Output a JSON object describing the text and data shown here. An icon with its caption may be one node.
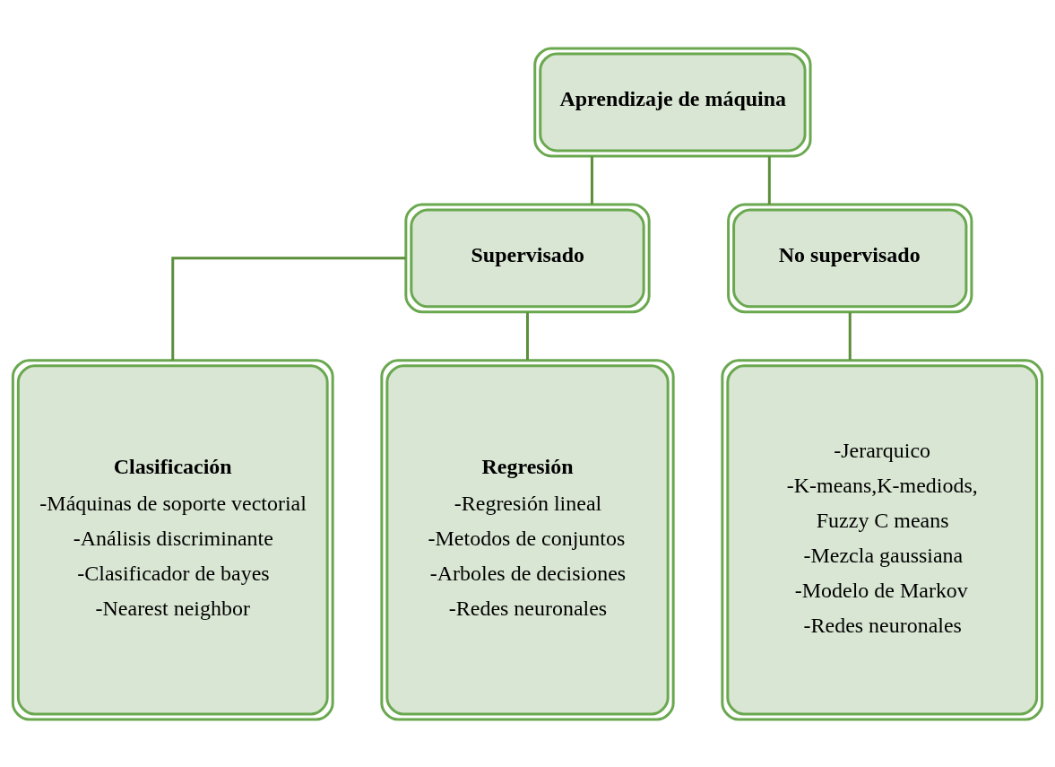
{
  "diagram": {
    "nodes": [
      {
        "text": [
          "Aprendizaje de máquina"
        ]
      },
      {
        "text": [
          "Supervisado"
        ]
      },
      {
        "text": [
          "No supervisado"
        ]
      },
      {
        "text": [
          "Clasificación",
          "-Máquinas de soporte vectorial",
          "-Análisis discriminante",
          "-Clasificador de bayes",
          "-Nearest neighbor"
        ]
      },
      {
        "text": [
          "Regresión",
          "-Regresión lineal",
          "-Metodos de conjuntos",
          "-Arboles de decisiones",
          "-Redes neuronales"
        ]
      },
      {
        "text": [
          "-Jerarquico",
          "-K-means,K-mediods,",
          "Fuzzy C means",
          "-Mezcla gaussiana",
          "-Modelo de Markov",
          "-Redes neuronales"
        ]
      }
    ],
    "edges": [
      {
        "from": 0,
        "to": 1,
        "arrow": "none"
      },
      {
        "from": 0,
        "to": 2,
        "arrow": "none"
      },
      {
        "from": 1,
        "to": 3,
        "arrow": "none"
      },
      {
        "from": 1,
        "to": 4,
        "arrow": "none"
      },
      {
        "from": 2,
        "to": 5,
        "arrow": "none"
      }
    ]
  }
}
